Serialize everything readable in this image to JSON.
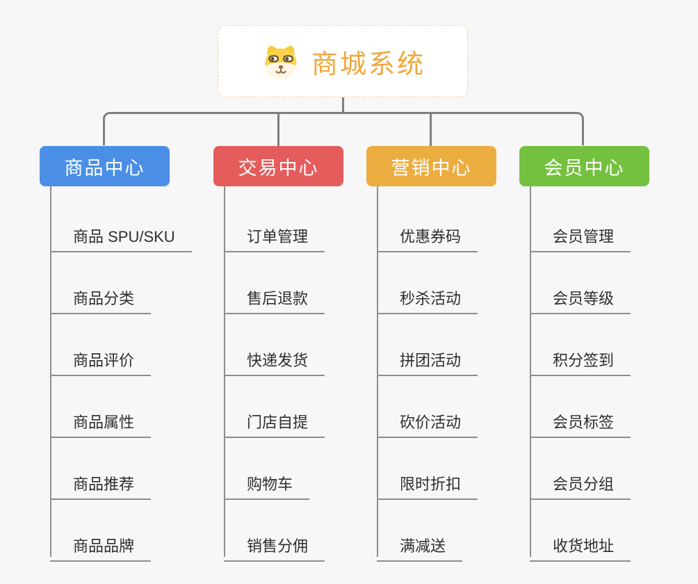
{
  "root": {
    "title": "商城系统",
    "title_color": "#f0a83a",
    "border_color": "#f3cd8d",
    "icon": "dog-icon"
  },
  "connector_color": "#7e7e7e",
  "branches": [
    {
      "label": "商品中心",
      "color": "#4a8fe5",
      "items": [
        "商品 SPU/SKU",
        "商品分类",
        "商品评价",
        "商品属性",
        "商品推荐",
        "商品品牌"
      ]
    },
    {
      "label": "交易中心",
      "color": "#e55c5c",
      "items": [
        "订单管理",
        "售后退款",
        "快递发货",
        "门店自提",
        "购物车",
        "销售分佣"
      ]
    },
    {
      "label": "营销中心",
      "color": "#ecad40",
      "items": [
        "优惠券码",
        "秒杀活动",
        "拼团活动",
        "砍价活动",
        "限时折扣",
        "满减送"
      ]
    },
    {
      "label": "会员中心",
      "color": "#74c13f",
      "items": [
        "会员管理",
        "会员等级",
        "积分签到",
        "会员标签",
        "会员分组",
        "收货地址"
      ]
    }
  ]
}
